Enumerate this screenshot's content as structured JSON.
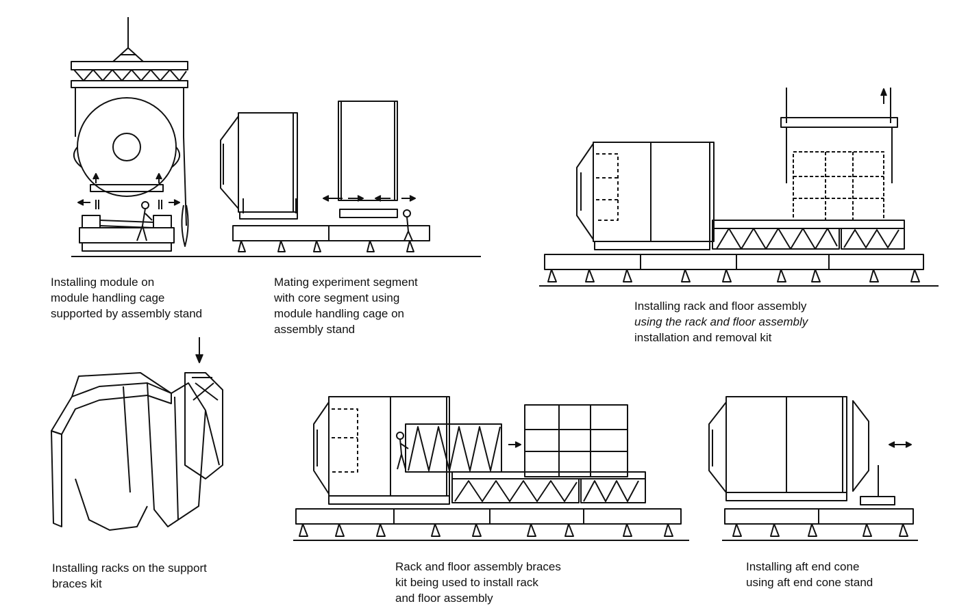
{
  "captions": {
    "cage": {
      "lines": [
        "Installing module on",
        "module handling cage",
        "supported by assembly stand"
      ]
    },
    "mating": {
      "lines": [
        "Mating experiment segment",
        "with core segment using",
        "module handling cage on",
        "assembly stand"
      ]
    },
    "rack_floor": {
      "lines": [
        "Installing rack and floor assembly",
        "using the rack and floor assembly",
        "installation and removal kit"
      ]
    },
    "support_braces": {
      "lines": [
        "Installing racks on the support",
        "braces kit"
      ]
    },
    "braces_kit": {
      "lines": [
        "Rack and floor assembly braces",
        "kit being used to install rack",
        "and floor assembly"
      ]
    },
    "aft_cone": {
      "lines": [
        "Installing aft end cone",
        "using aft end cone stand"
      ]
    }
  }
}
